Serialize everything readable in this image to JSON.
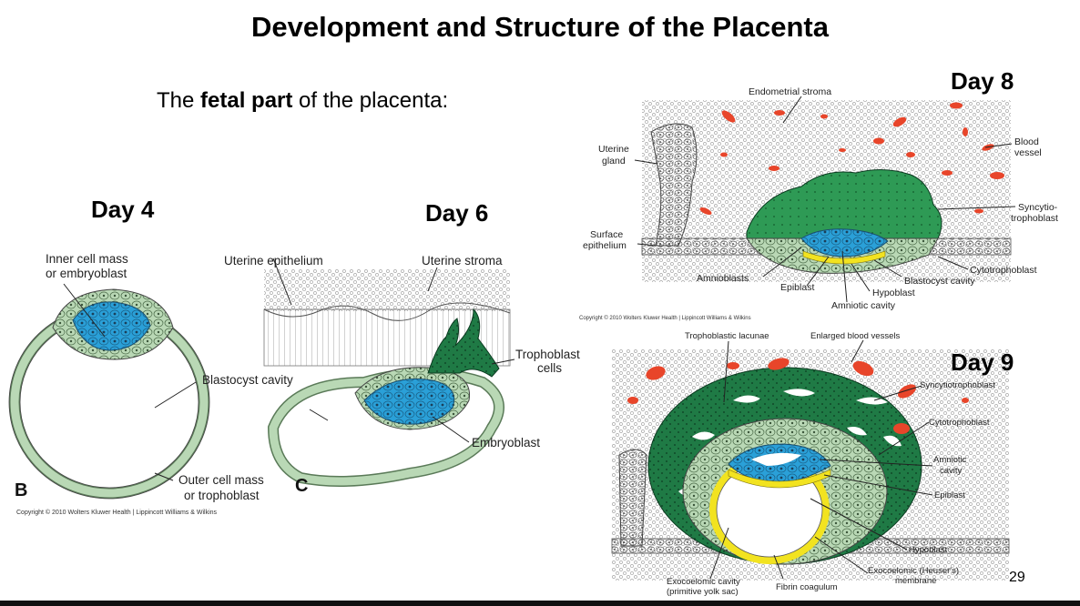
{
  "title": "Development and Structure of the Placenta",
  "subtitle": {
    "prefix": "The ",
    "bold": "fetal part",
    "suffix": " of the placenta:"
  },
  "days": {
    "d4": "Day 4",
    "d6": "Day 6",
    "d8": "Day 8",
    "d9": "Day 9"
  },
  "panels": {
    "b": "B",
    "c": "C"
  },
  "day4_labels": {
    "inner_cell_mass": "Inner cell mass",
    "embryoblast": "or embryoblast",
    "blastocyst_cavity": "Blastocyst cavity",
    "outer_cell_mass": "Outer cell mass",
    "trophoblast": "or trophoblast"
  },
  "day6_labels": {
    "uterine_epithelium": "Uterine epithelium",
    "uterine_stroma": "Uterine stroma",
    "trophoblast_cells_1": "Trophoblast",
    "trophoblast_cells_2": "cells",
    "embryoblast": "Embryoblast"
  },
  "day8_labels": {
    "endometrial_stroma": "Endometrial stroma",
    "uterine_gland_1": "Uterine",
    "uterine_gland_2": "gland",
    "blood_vessel_1": "Blood",
    "blood_vessel_2": "vessel",
    "syncytio_1": "Syncytio-",
    "syncytio_2": "trophoblast",
    "surface_epi_1": "Surface",
    "surface_epi_2": "epithelium",
    "cytotrophoblast": "Cytotrophoblast",
    "amnioblasts": "Amnioblasts",
    "epiblast": "Epiblast",
    "blastocyst_cavity": "Blastocyst cavity",
    "hypoblast": "Hypoblast",
    "amniotic_cavity": "Amniotic cavity"
  },
  "day9_labels": {
    "trophoblastic_lacunae": "Trophoblastic lacunae",
    "enlarged_vessels": "Enlarged blood vessels",
    "syncytiotrophoblast": "Syncytiotrophoblast",
    "cytotrophoblast": "Cytotrophoblast",
    "amniotic_1": "Amniotic",
    "amniotic_2": "cavity",
    "epiblast": "Epiblast",
    "hypoblast": "Hypoblast",
    "exocoelomic_membrane_1": "Exocoelomic (Heuser's)",
    "exocoelomic_membrane_2": "membrane",
    "exocoelomic_cavity_1": "Exocoelomic cavity",
    "exocoelomic_cavity_2": "(primitive yolk sac)",
    "fibrin": "Fibrin coagulum"
  },
  "copyright": "Copyright © 2010 Wolters Kluwer Health | Lippincott Williams & Wilkins",
  "page_number": "29",
  "colors": {
    "blue": "#2aa0d8",
    "green_dark": "#1f7a45",
    "green_mid": "#2e9a55",
    "green_pale": "#b9d8b5",
    "red": "#e8452a",
    "yellow": "#f2e320"
  }
}
